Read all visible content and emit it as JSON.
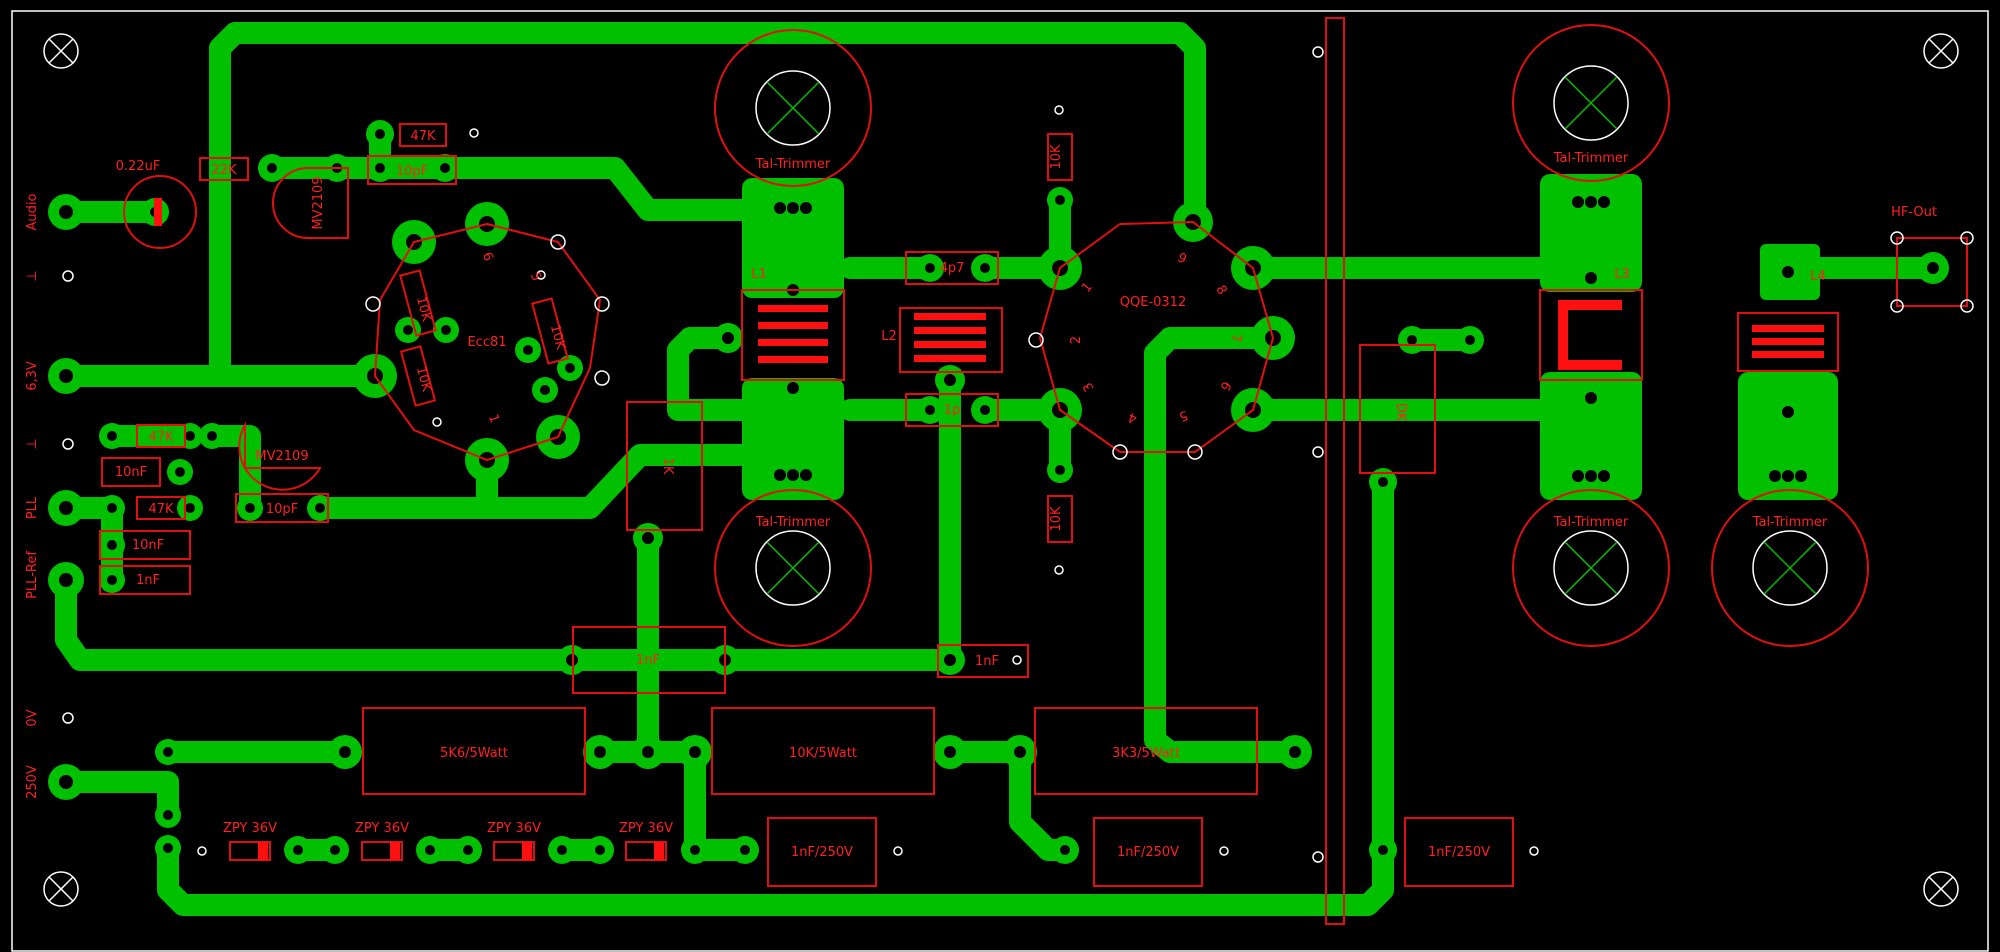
{
  "connector_labels": {
    "audio": "Audio",
    "gnd1": "⊥",
    "v63": "6,3V",
    "gnd2": "⊥",
    "pll": "PLL",
    "pll_ref": "PLL-Ref",
    "ov": "0V",
    "v250": "250V",
    "hf_out": "HF-Out"
  },
  "components": {
    "c_022": "0.22uF",
    "r_22k": "22K",
    "r_47k_top": "47K",
    "c_10pf_top": "10pF",
    "varicap_top": "MV2109",
    "tube": "Ecc81",
    "tube_r1": "10K",
    "tube_r2": "10K",
    "tube_r3": "10K",
    "r_47k_a": "47K",
    "varicap_bottom": "MV2109",
    "c_10nf_a": "10nF",
    "r_47k_b": "47K",
    "c_10pf_bottom": "10pF",
    "c_10nf_b": "10nF",
    "c_1nf_a": "1nF",
    "l1": "L1",
    "l2": "L2",
    "l3": "L3",
    "l4": "L4",
    "c_4p7": "4p7",
    "c_1p": "1p",
    "r_10k_top": "10K",
    "r_10k_bottom": "10K",
    "tube_qqe": "QQE-0312",
    "c_1nf_b": "1nF",
    "c_1nf_c": "1nF",
    "rfc": "DK",
    "rfc2": "1K",
    "r_5k6": "5K6/5Watt",
    "r_10k_5w": "10K/5Watt",
    "r_3k3": "3K3/5Watt",
    "zpy1": "ZPY 36V",
    "zpy2": "ZPY 36V",
    "zpy3": "ZPY 36V",
    "zpy4": "ZPY 36V",
    "c_250_1": "1nF/250V",
    "c_250_2": "1nF/250V",
    "c_250_3": "1nF/250V",
    "trim1": "Tal-Trimmer",
    "trim2": "Tal-Trimmer",
    "trim3": "Tal-Trimmer",
    "trim4": "Tal-Trimmer",
    "trim5": "Tal-Trimmer",
    "pin1": "1",
    "pin6": "6",
    "pin5": "5",
    "qpin1": "1",
    "qpin2": "2",
    "qpin3": "3",
    "qpin4": "4",
    "qpin5": "5",
    "qpin6": "6",
    "qpin7": "7",
    "qpin8": "8",
    "qpin9": "9"
  },
  "colors": {
    "copper": "#00c000",
    "silkscreen": "#e01010",
    "background": "#000000",
    "outline": "#ffffff"
  }
}
